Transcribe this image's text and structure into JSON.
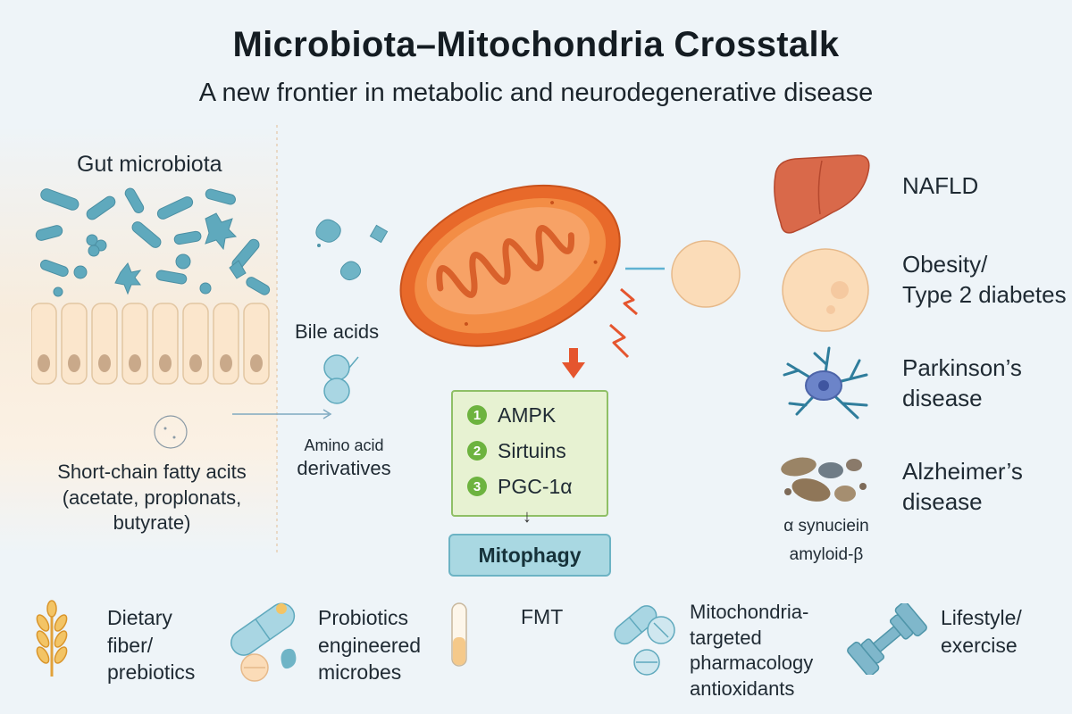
{
  "header": {
    "title": "Microbiota–Mitochondria Crosstalk",
    "subtitle": "A new frontier in metabolic and neurodegenerative disease"
  },
  "gut": {
    "label": "Gut microbiota",
    "scfa": [
      "Short-chain fatty acits",
      "(acetate, proplonats,",
      "butyrate)"
    ]
  },
  "metabolites": {
    "bile_acids": "Bile acids",
    "amino_acid": [
      "Amino acid",
      "derivatives"
    ]
  },
  "pathways": {
    "items": [
      {
        "num": "1",
        "label": "AMPK"
      },
      {
        "num": "2",
        "label": "Sirtuins"
      },
      {
        "num": "3",
        "label": "PGC-1α"
      }
    ],
    "arrow": "↓",
    "outcome": "Mitophagy"
  },
  "diseases": {
    "nafld": "NAFLD",
    "obesity": [
      "Obesity/",
      "Type 2 diabetes"
    ],
    "parkinsons": [
      "Parkinson’s",
      "disease"
    ],
    "alzheimers": [
      "Alzheimer’s",
      "disease"
    ],
    "proteins": [
      "α synuciein",
      "amyloid-β"
    ]
  },
  "interventions": {
    "dietary": [
      "Dietary",
      "fiber/",
      "prebiotics"
    ],
    "probiotics": [
      "Probiotics",
      "engineered",
      "microbes"
    ],
    "fmt": "FMT",
    "pharma": [
      "Mitochondria-",
      "targeted",
      "pharmacology",
      "antioxidants"
    ],
    "lifestyle": [
      "Lifestyle/",
      "exercise"
    ]
  },
  "colors": {
    "background": "#eef4f8",
    "mitochondria": "#f07a2a",
    "bacteria": "#5fa9bd",
    "pathway_box": "#e7f2d2",
    "pathway_number": "#6db33f",
    "mitophagy_box": "#a9d8e2",
    "liver": "#d9694a",
    "neuron": "#6c84c9",
    "arrow": "#e5552e"
  },
  "icons": [
    "bacteria-icon",
    "epithelium-icon",
    "mitochondrion-icon",
    "liver-icon",
    "adipocyte-icon",
    "neuron-icon",
    "aggregate-icon",
    "wheat-icon",
    "capsule-icon",
    "test-tube-icon",
    "pill-icon",
    "dumbbell-icon",
    "lightning-icon",
    "down-arrow-icon"
  ]
}
